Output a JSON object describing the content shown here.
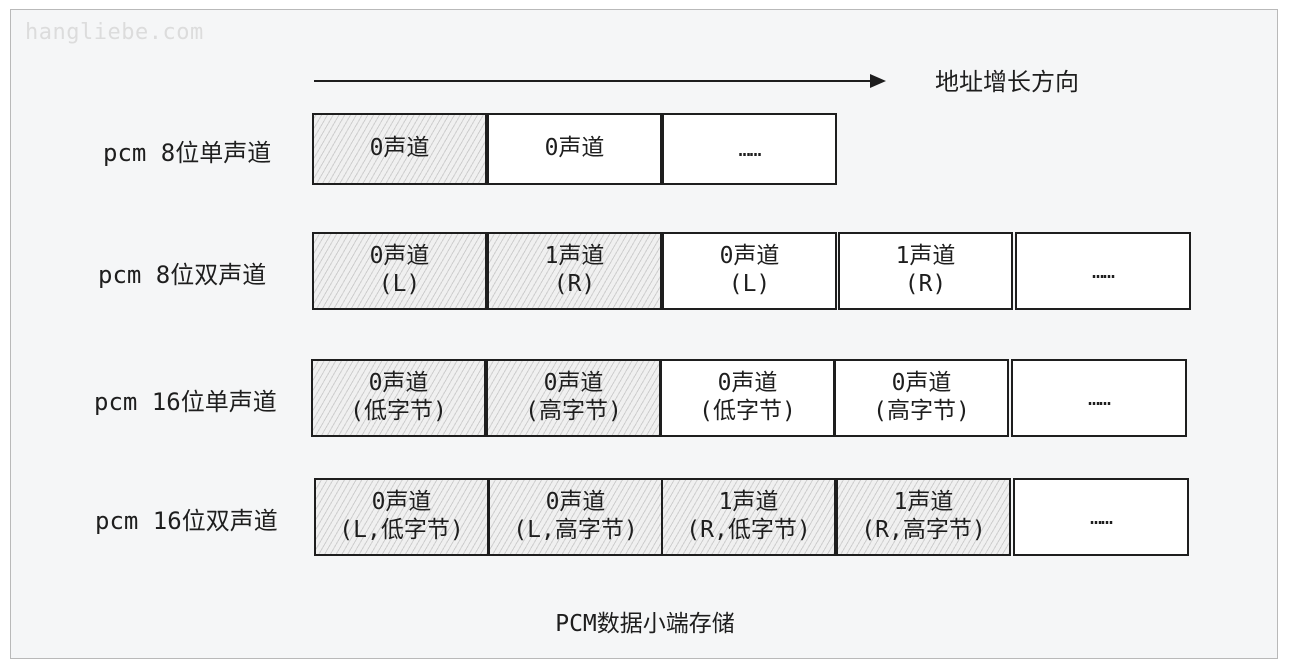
{
  "watermark": "hangliebe.com",
  "direction_label": "地址增长方向",
  "rows": [
    {
      "label": "pcm 8位单声道",
      "cells": [
        {
          "line1": "0声道",
          "line2": "",
          "hatched": true
        },
        {
          "line1": "0声道",
          "line2": "",
          "hatched": false
        },
        {
          "line1": "……",
          "line2": "",
          "hatched": false
        }
      ]
    },
    {
      "label": "pcm 8位双声道",
      "cells": [
        {
          "line1": "0声道",
          "line2": "(L)",
          "hatched": true
        },
        {
          "line1": "1声道",
          "line2": "(R)",
          "hatched": true
        },
        {
          "line1": "0声道",
          "line2": "(L)",
          "hatched": false
        },
        {
          "line1": "1声道",
          "line2": "(R)",
          "hatched": false
        },
        {
          "line1": "……",
          "line2": "",
          "hatched": false
        }
      ]
    },
    {
      "label": "pcm 16位单声道",
      "cells": [
        {
          "line1": "0声道",
          "line2": "(低字节)",
          "hatched": true
        },
        {
          "line1": "0声道",
          "line2": "(高字节)",
          "hatched": true
        },
        {
          "line1": "0声道",
          "line2": "(低字节)",
          "hatched": false
        },
        {
          "line1": "0声道",
          "line2": "(高字节)",
          "hatched": false
        },
        {
          "line1": "……",
          "line2": "",
          "hatched": false
        }
      ]
    },
    {
      "label": "pcm 16位双声道",
      "cells": [
        {
          "line1": "0声道",
          "line2": "(L,低字节)",
          "hatched": true
        },
        {
          "line1": "0声道",
          "line2": "(L,高字节)",
          "hatched": true
        },
        {
          "line1": "1声道",
          "line2": "(R,低字节)",
          "hatched": true
        },
        {
          "line1": "1声道",
          "line2": "(R,高字节)",
          "hatched": true
        },
        {
          "line1": "……",
          "line2": "",
          "hatched": false
        }
      ]
    }
  ],
  "caption": "PCM数据小端存储"
}
